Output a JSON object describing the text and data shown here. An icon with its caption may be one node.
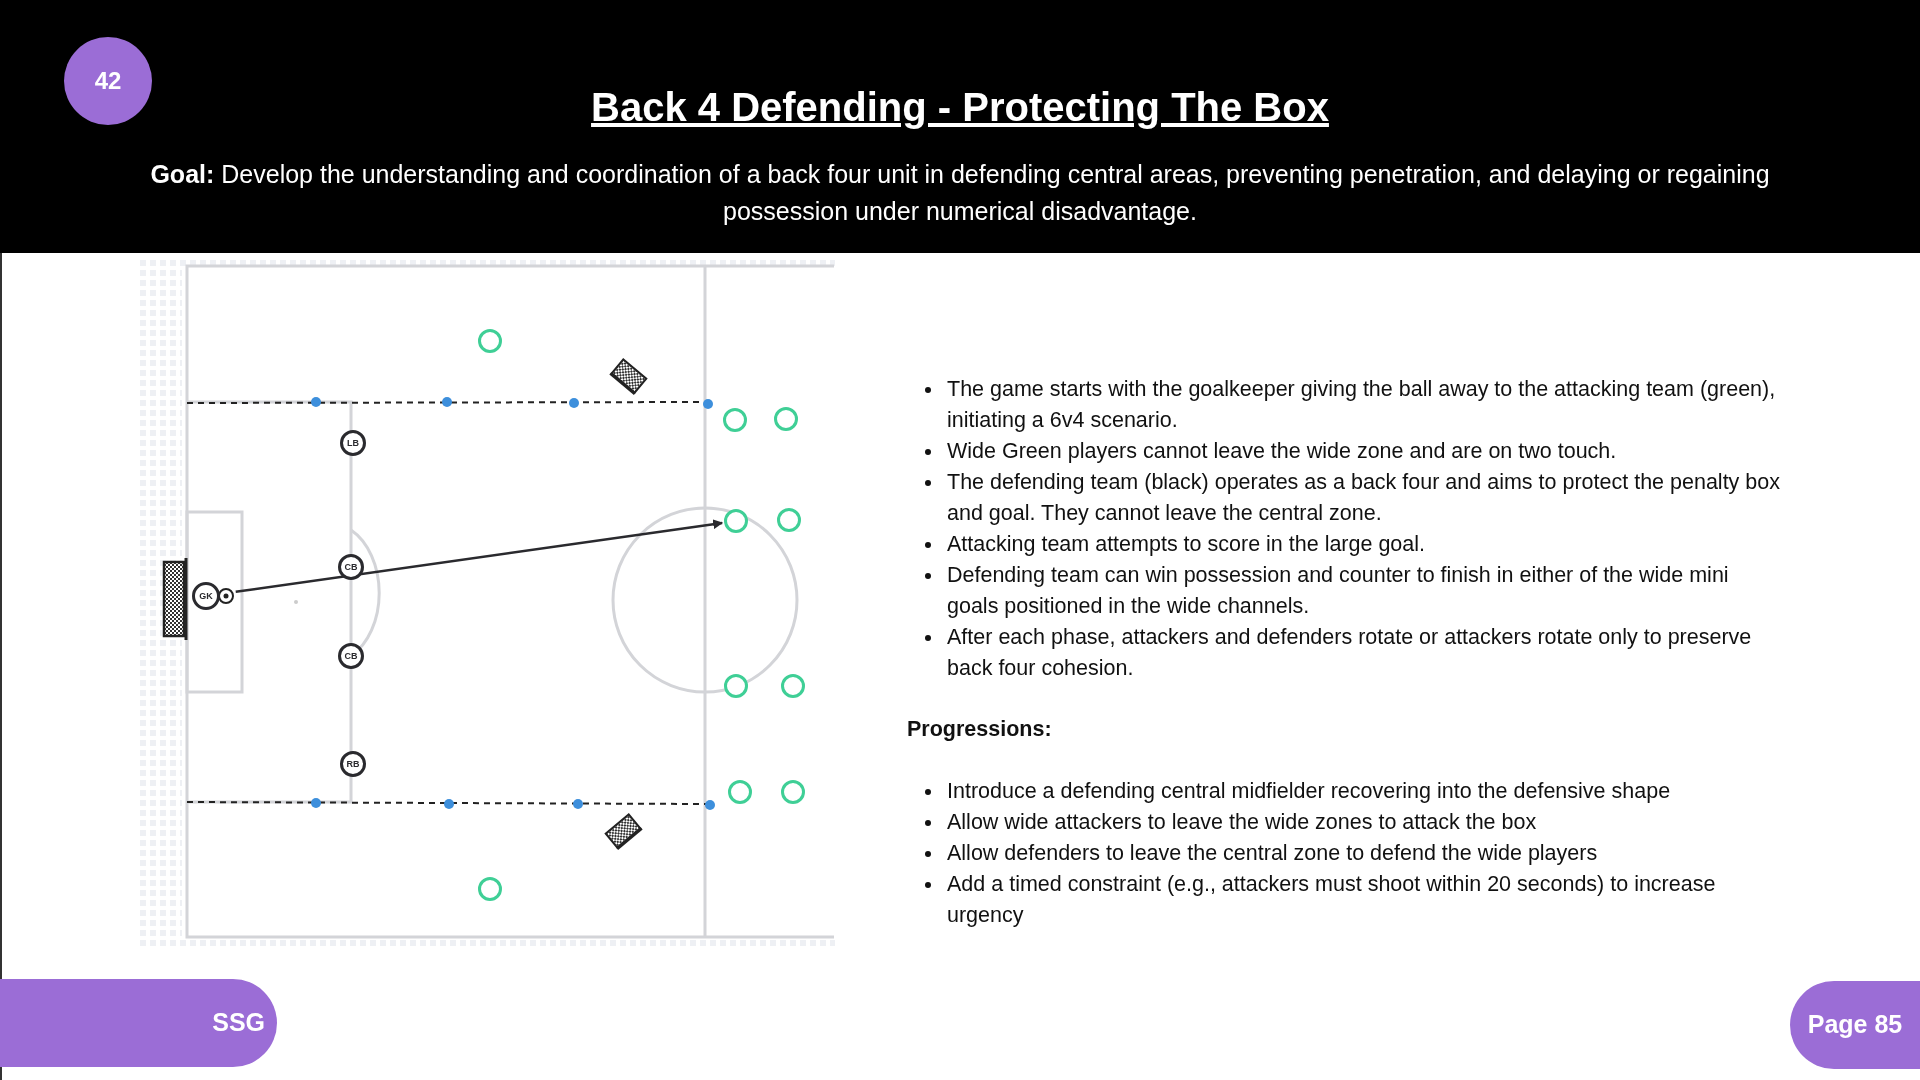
{
  "diagram": {
    "title": "Back 4 Defending - Protecting The Box",
    "nodes": [
      {
        "text": [
          "GK"
        ]
      },
      {
        "text": [
          "LB"
        ]
      },
      {
        "text": [
          "CB"
        ]
      },
      {
        "text": [
          "CB"
        ]
      },
      {
        "text": [
          "RB"
        ]
      },
      {
        "text": [],
        "shape": "circle"
      },
      {
        "text": [],
        "shape": "circle"
      },
      {
        "text": [],
        "shape": "circle"
      },
      {
        "text": [],
        "shape": "circle"
      },
      {
        "text": [],
        "shape": "circle"
      },
      {
        "text": [],
        "shape": "circle"
      },
      {
        "text": [],
        "shape": "circle"
      },
      {
        "text": [],
        "shape": "circle"
      },
      {
        "text": [],
        "shape": "circle"
      },
      {
        "text": [],
        "shape": "circle"
      }
    ],
    "edges": [
      {
        "from": 0,
        "to": 8,
        "arrow": "to"
      }
    ],
    "labels": [
      "42",
      "**Goal:** Develop the understanding and coordination of a back four unit in defending central areas, preventing penetration, and delaying or regaining possession under numerical disadvantage.",
      "The game starts with the goalkeeper giving the ball away to the attacking team (green), initiating a 6v4 scenario.",
      "Wide Green players cannot leave the wide zone and are on two touch.",
      "The defending team (black) operates as a back four and aims to protect the penalty box and goal.  They cannot leave the central zone.",
      "Attacking team attempts to score in the large goal.",
      "Defending team can win possession and counter to finish in either of the wide mini goals positioned in the wide channels.",
      "After each phase, attackers and defenders rotate or attackers rotate only to preserve back four cohesion.",
      "Progressions:",
      "Introduce a defending central midfielder recovering into the defensive shape",
      "Allow wide attackers to leave the wide zones to attack the box",
      "Allow defenders to leave the central zone to defend the wide players",
      "Add a timed constraint (e.g., attackers must shoot within 20 seconds) to increase urgency",
      "SSG",
      "Page 85"
    ]
  }
}
